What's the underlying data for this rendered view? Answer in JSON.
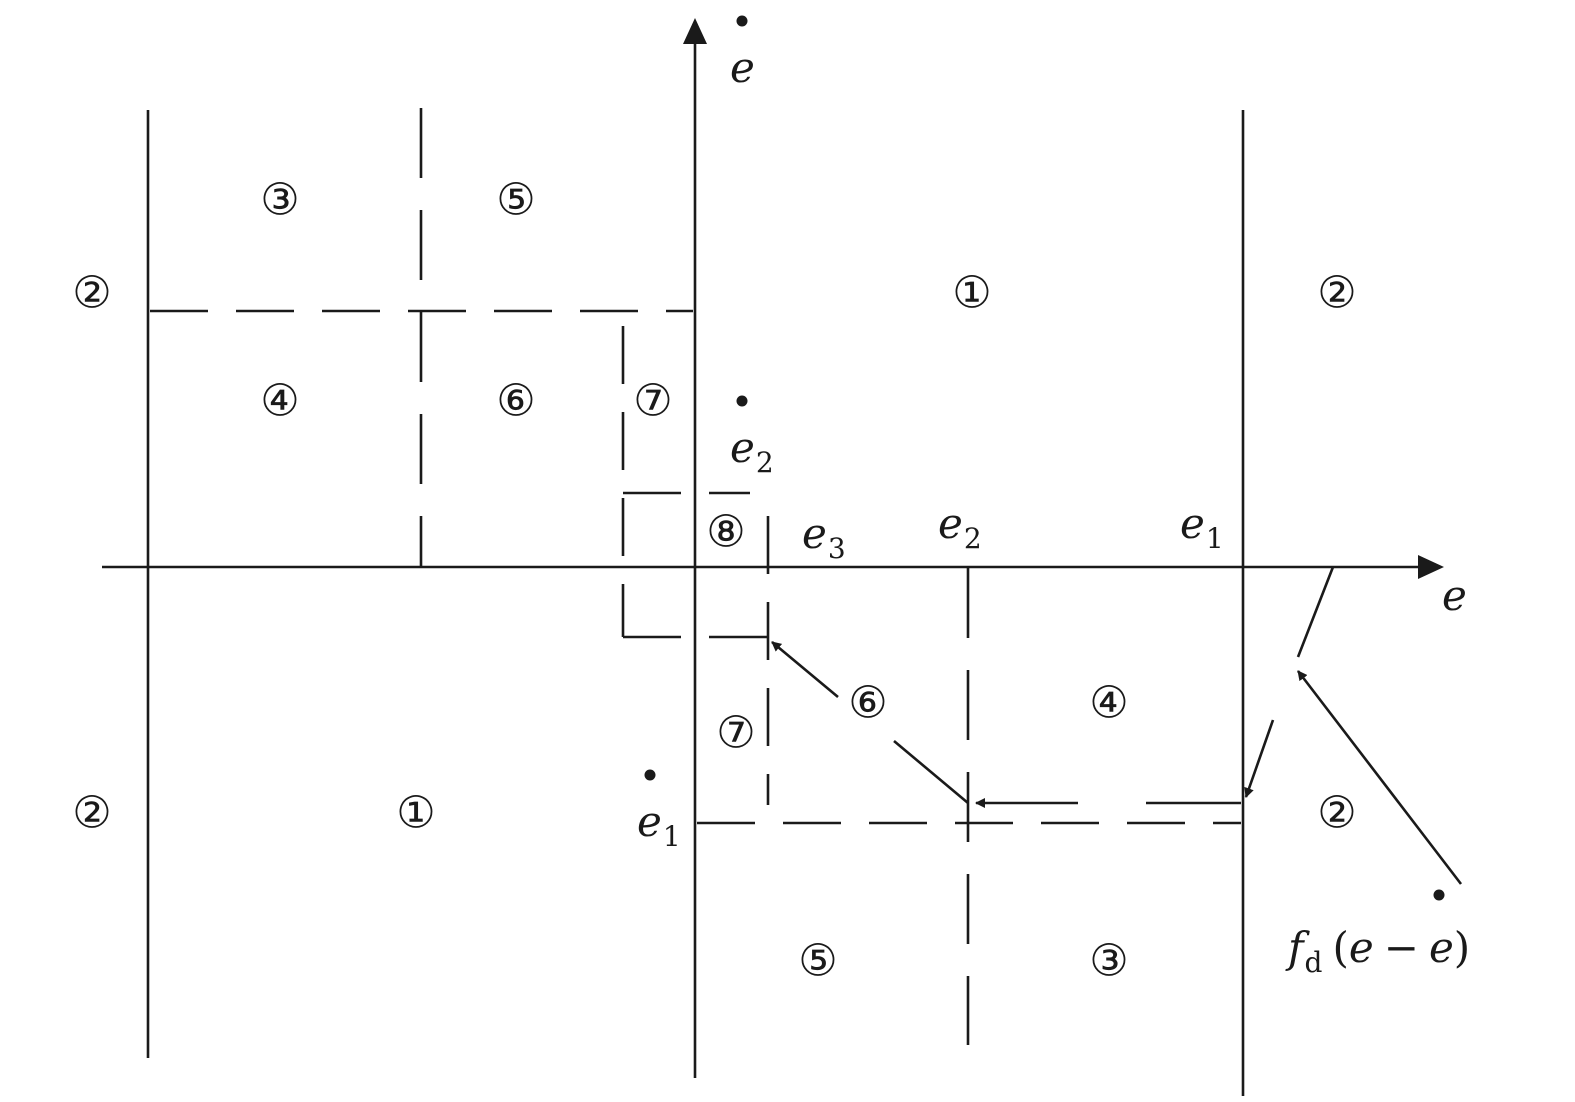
{
  "axes": {
    "x_label": "e",
    "y_label": "e"
  },
  "axis_ticks": {
    "e3": {
      "base": "e",
      "sub": "3"
    },
    "e2": {
      "base": "e",
      "sub": "2"
    },
    "e1": {
      "base": "e",
      "sub": "1"
    }
  },
  "y_axis_dot_labels": {
    "upper": {
      "base": "e",
      "sub": "2"
    },
    "lower": {
      "base": "e",
      "sub": "1"
    }
  },
  "regions": {
    "r1": "①",
    "r2": "②",
    "r3": "③",
    "r4": "④",
    "r5": "⑤",
    "r6": "⑥",
    "r7": "⑦",
    "r8": "⑧"
  },
  "function_label": {
    "f": "f",
    "sub": "d",
    "open": "(",
    "arg1": "e",
    "minus": "−",
    "arg2": "e",
    "close": ")"
  }
}
